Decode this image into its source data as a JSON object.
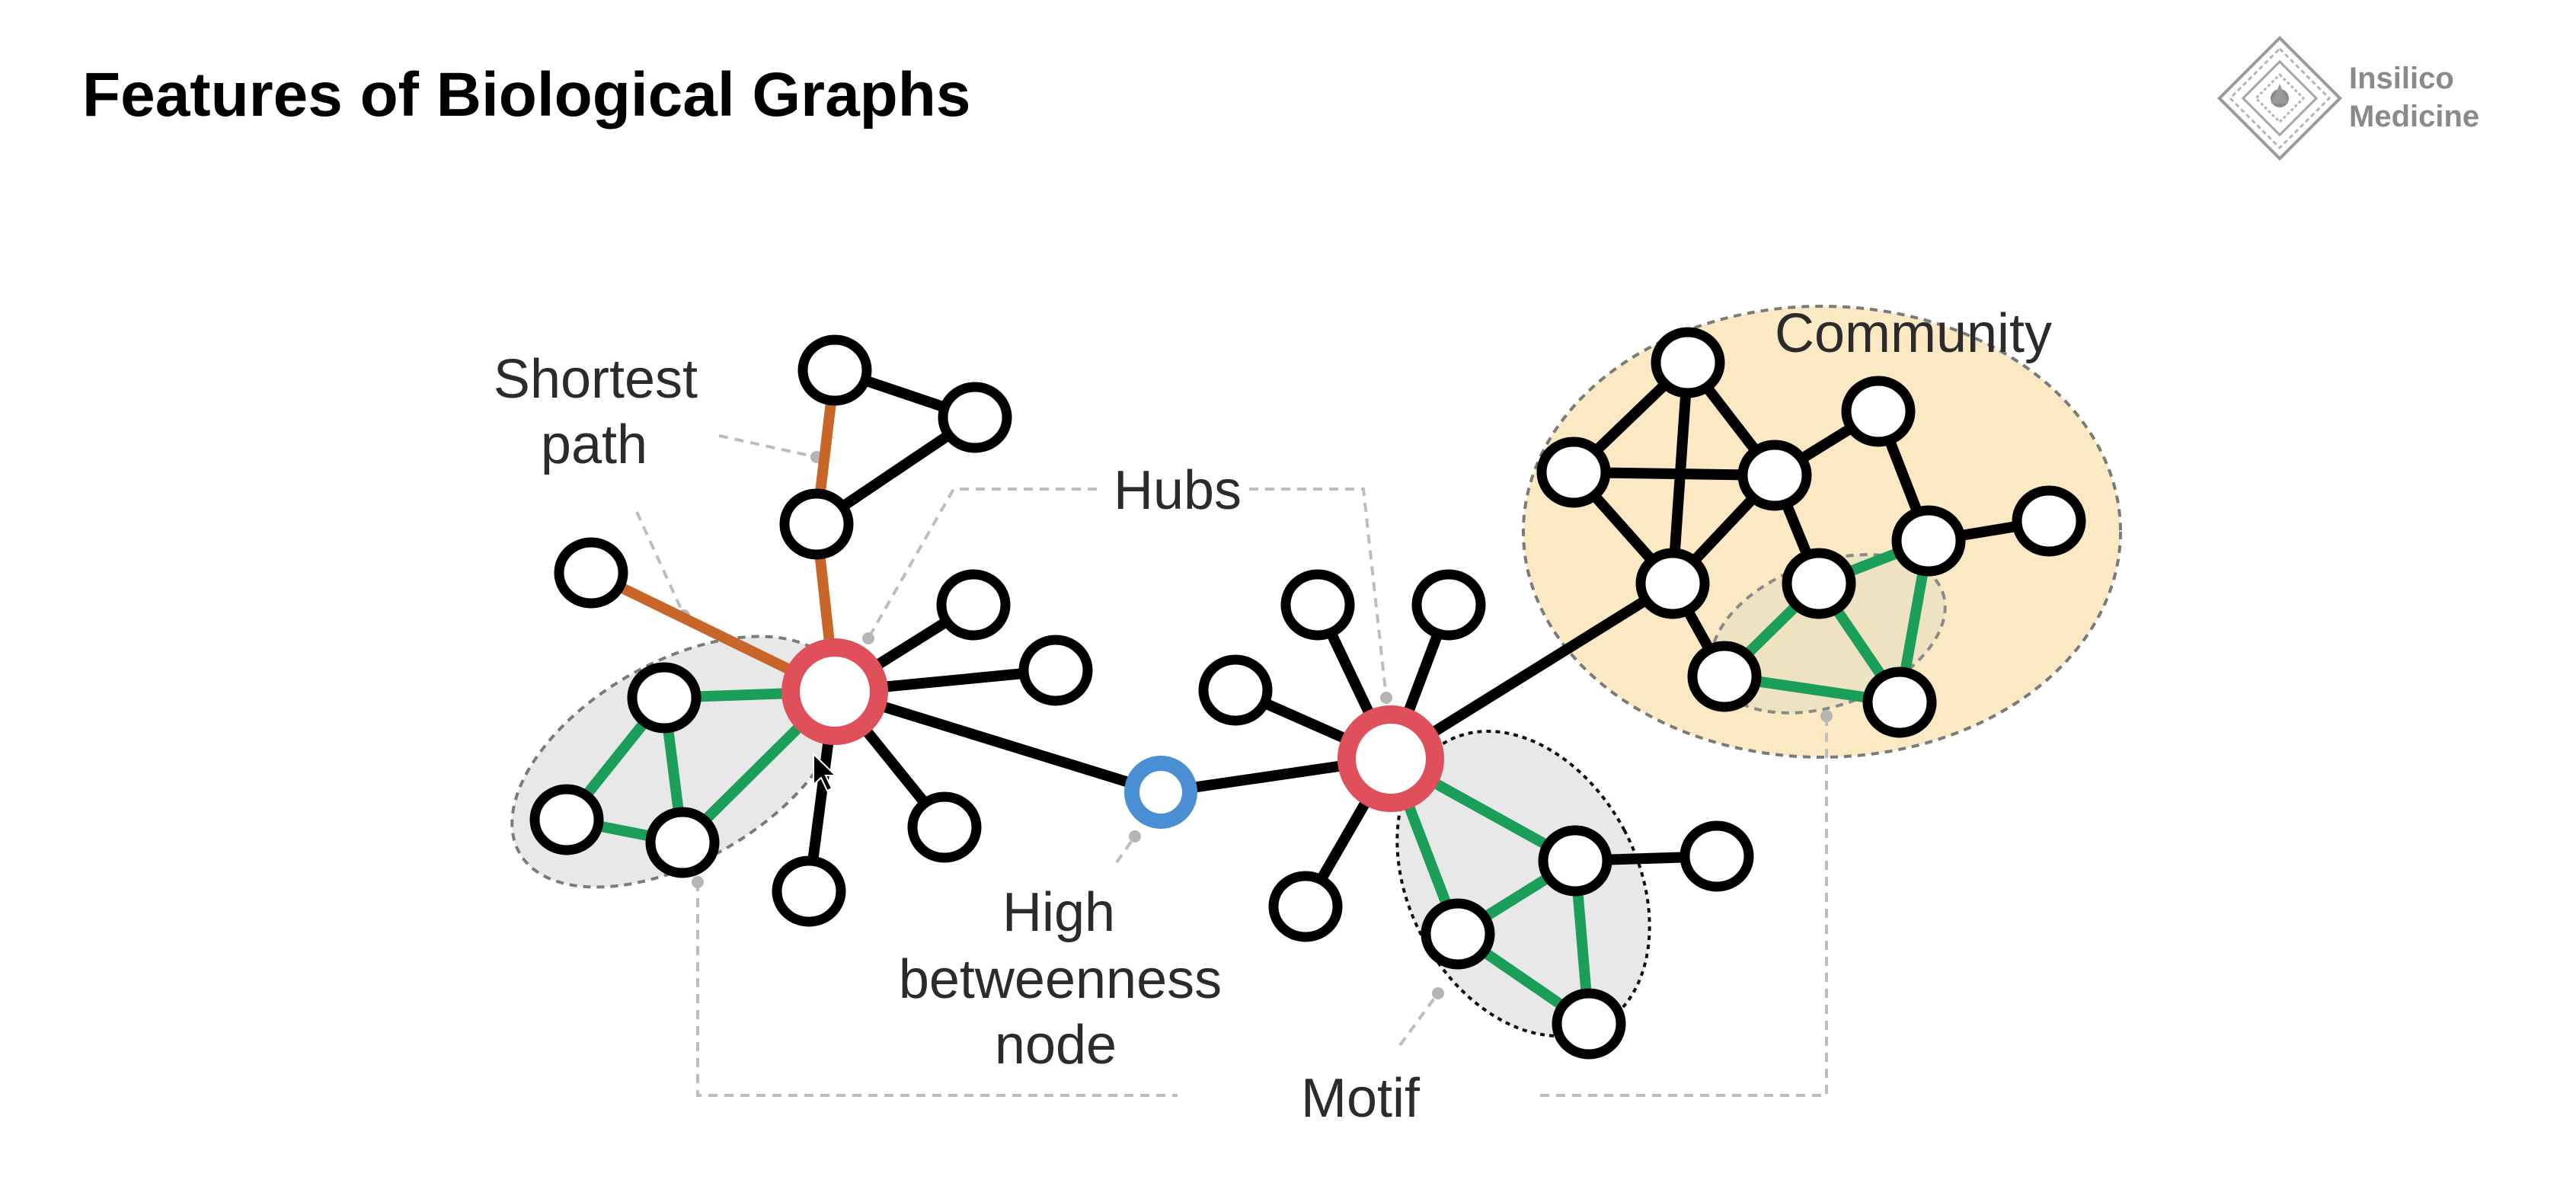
{
  "slide": {
    "title": "Features of Biological Graphs"
  },
  "logo": {
    "line1": "Insilico",
    "line2": "Medicine"
  },
  "labels": {
    "shortest_path_line1": "Shortest",
    "shortest_path_line2": "path",
    "hubs": "Hubs",
    "community": "Community",
    "high_betweenness_line1": "High",
    "high_betweenness_line2": "betweenness",
    "high_betweenness_line3": "node",
    "motif": "Motif"
  },
  "colors": {
    "hub_node": "#e0505a",
    "betweenness_node": "#4a8fd4",
    "motif_edge": "#1a9e5a",
    "shortest_path_edge": "#c8662a",
    "community_fill": "#fbe9c4",
    "motif_fill": "#e8e8e8",
    "edge": "#000000",
    "leader_line": "#bdbdbd"
  }
}
